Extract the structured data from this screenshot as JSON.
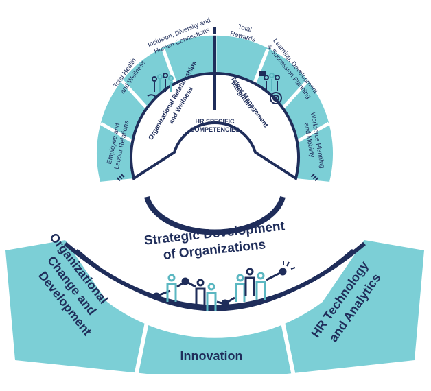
{
  "hr_specific": {
    "core_title_line1": "HR SPECIFIC",
    "core_title_line2": "COMPETENCIES",
    "left_group_line1": "Organizational Relationships",
    "left_group_line2": "and Wellness",
    "right_group_line1": "Integrated",
    "right_group_line2": "Talent Management",
    "outer_segments": {
      "employee_relations_line1": "Employee and",
      "employee_relations_line2": "Labour Relations",
      "health_wellness_line1": "Total Health",
      "health_wellness_line2": "and Wellness",
      "inclusion_line1": "Inclusion, Diversity and",
      "inclusion_line2": "Human Connections",
      "total_rewards_line1": "Total",
      "total_rewards_line2": "Rewards",
      "learning_line1": "Learning, Development",
      "learning_line2": "& Succession Planning",
      "workforce_line1": "Workforce Planning",
      "workforce_line2": "and Mobility"
    }
  },
  "strategic": {
    "title_line1": "Strategic Development",
    "title_line2": "of Organizations",
    "segments": {
      "org_change_line1": "Organizational",
      "org_change_line2": "Change and",
      "org_change_line3": "Development",
      "innovation": "Innovation",
      "hr_tech_line1": "HR Technology",
      "hr_tech_line2": "and Analytics"
    }
  },
  "colors": {
    "navy": "#1f2d5a",
    "teal": "#7ccfd6",
    "teal_dark": "#5bb7c1"
  },
  "icons": [
    "people-connection-icon",
    "talent-target-icon",
    "people-network-icon"
  ]
}
